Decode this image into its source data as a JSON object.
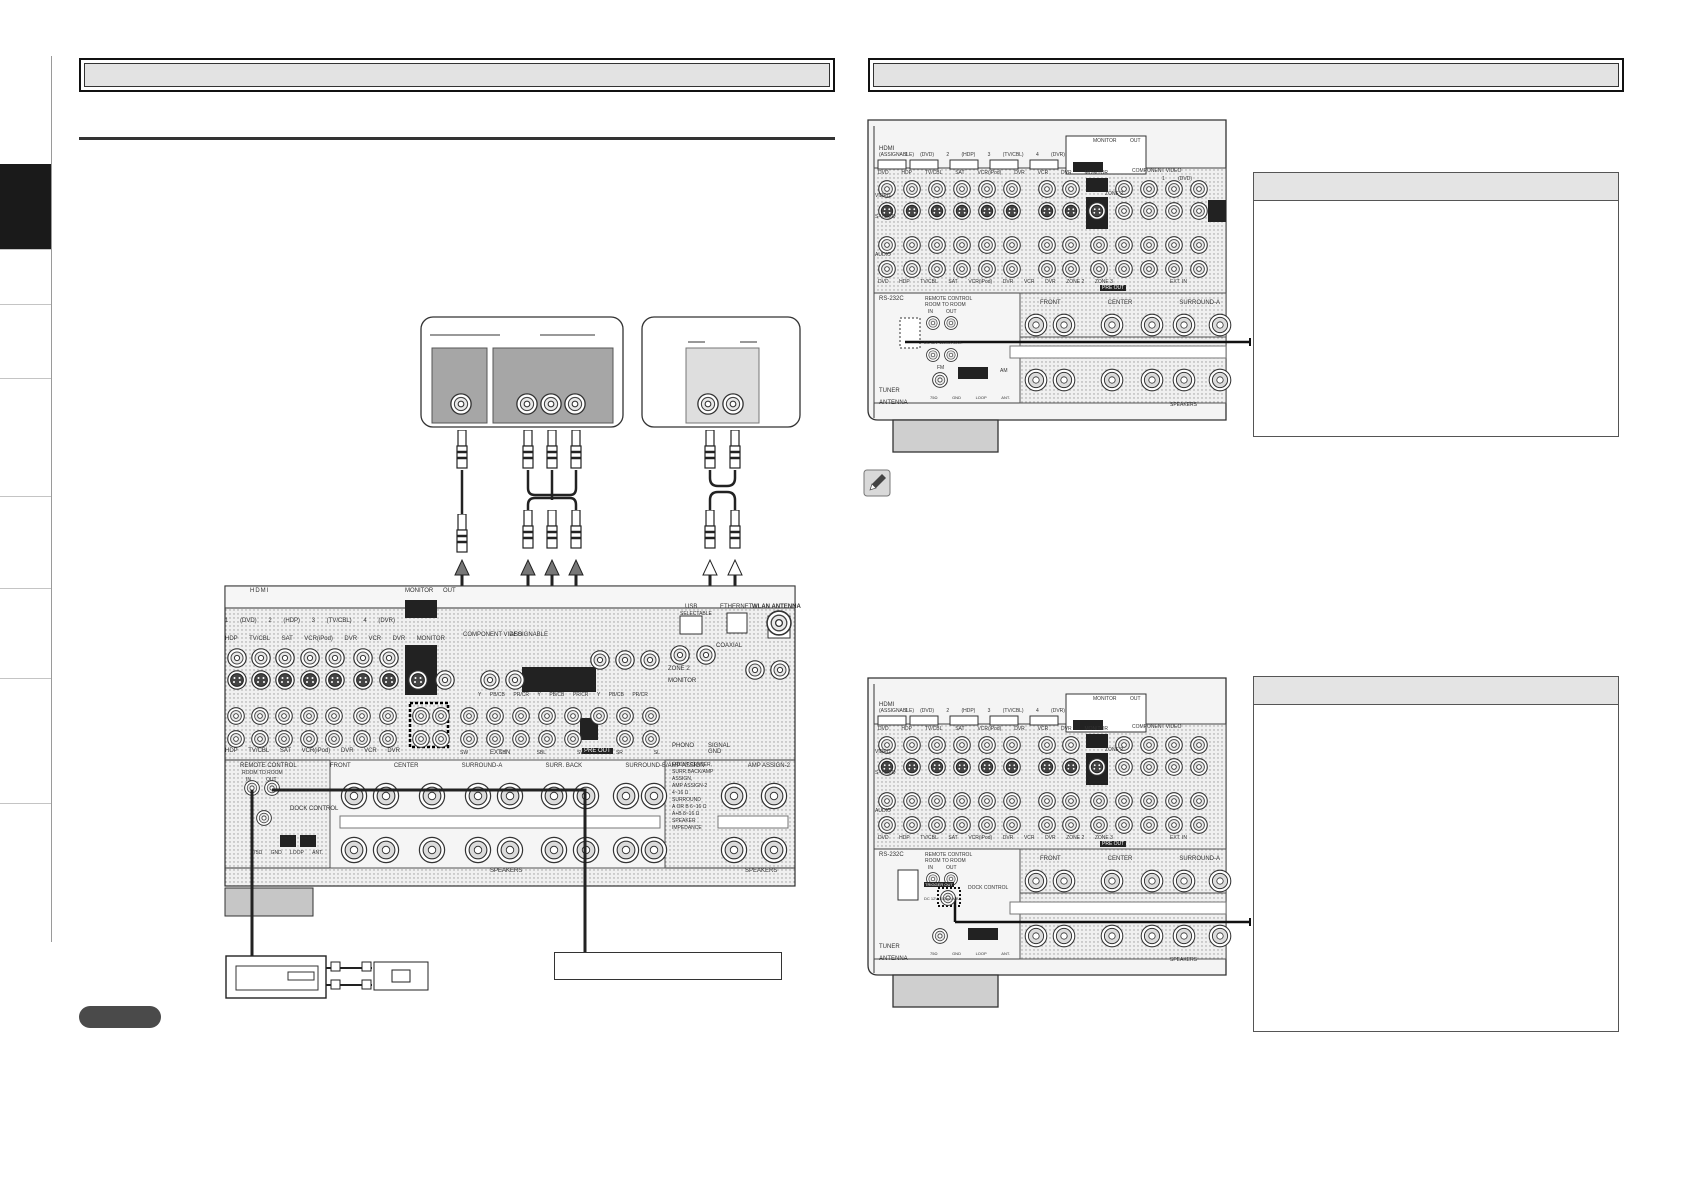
{
  "sidebar": {
    "tabs": [
      "",
      "",
      "",
      "",
      "",
      "",
      "",
      "",
      "",
      ""
    ]
  },
  "left": {
    "title": "",
    "subtitle": "",
    "panel": {
      "hdmi": "HDMI",
      "ports_top": [
        "1",
        "(DVD)",
        "2",
        "(HDP)",
        "3",
        "(TV/CBL)",
        "4",
        "(DVR)"
      ],
      "monitor": "MONITOR",
      "out": "OUT",
      "video_row": [
        "HDP",
        "TV/CBL",
        "SAT",
        "VCR(iPod)",
        "DVR",
        "VCR",
        "DVR",
        "MONITOR"
      ],
      "audio_row": [
        "HDP",
        "TV/CBL",
        "SAT",
        "VCR(iPod)",
        "DVR",
        "VCR",
        "DVR"
      ],
      "component_video": "COMPONENT VIDEO",
      "assignable": "ASSIGNABLE",
      "zone2": "ZONE 2",
      "monitor_right": "MONITOR",
      "coaxial": "COAXIAL",
      "usb": "USB",
      "selectable": "SELECTABLE",
      "ethernet": "ETHERNET",
      "wlan": "WLAN ANTENNA",
      "ext_in": "EXT. IN",
      "pre_out": "PRE OUT",
      "phono": "PHONO",
      "signal_gnd": "SIGNAL GND",
      "remote_control": "REMOTE CONTROL",
      "room_to_room": "ROOM TO ROOM",
      "in": "IN",
      "out_small": "OUT",
      "dock_control": "DOCK CONTROL",
      "speaker_labels": [
        "FRONT",
        "CENTER",
        "SURROUND-A",
        "SURR. BACK",
        "SURROUND-B/AMP ASSIGN",
        "AMP ASSIGN-2"
      ],
      "speakers": "SPEAKERS",
      "impedance": [
        "FRONT,CENTER,",
        "SURR.BACK/AMP ASSIGN,",
        "AMP ASSIGN-2",
        "4~16 Ω",
        "SURROUND",
        "A OR B  6~16 Ω",
        "A+B  8~16 Ω"
      ],
      "speaker_impedance": "SPEAKER IMPEDANCE",
      "amfm": [
        "75Ω",
        "GND",
        "LOOP",
        "ANT."
      ],
      "comp_row": [
        "Y",
        "PB/CB",
        "PR/CR",
        "Y",
        "PB/CB",
        "PR/CR",
        "Y",
        "PB/CB",
        "PR/CR"
      ],
      "out_small_labels": [
        "SW",
        "SB",
        "SBL",
        "SW",
        "SR",
        "SL"
      ]
    },
    "device1": {
      "header_left": "",
      "header_right": ""
    },
    "device2": {
      "header": ""
    },
    "caption": "",
    "note_label": ""
  },
  "right": {
    "title": "",
    "panel": {
      "hdmi": "HDMI",
      "assignable": "(ASSIGNABLE)",
      "ports_top": [
        "1",
        "(DVD)",
        "2",
        "(HDP)",
        "3",
        "(TV/CBL)",
        "4",
        "(DVR)"
      ],
      "monitor": "MONITOR",
      "out": "OUT",
      "video_row": [
        "DVD",
        "HDP",
        "TV/CBL",
        "SAT",
        "VCR(iPod)",
        "DVR",
        "VCR",
        "DVR",
        "MONITOR"
      ],
      "audio_row": [
        "DVD",
        "HDP",
        "TV/CBL",
        "SAT",
        "VCR(iPod)",
        "DVR",
        "VCR",
        "DVR",
        "ZONE 2",
        "ZONE 3"
      ],
      "component_video": "COMPONENT VIDEO",
      "ext_in": "EXT. IN",
      "pre_out": "PRE OUT",
      "zone2": "ZONE 2",
      "video": "VIDEO",
      "svideo": "S-VIDEO",
      "audio": "AUDIO",
      "rs232c": "RS-232C",
      "remote_control": "REMOTE CONTROL",
      "room_to_room": "ROOM TO ROOM",
      "in": "IN",
      "out_small": "OUT",
      "dc_trigger": "DC 12V 150mA MAX.",
      "trigger_out": "TRIGGER OUT",
      "dock_control": "DOCK CONTROL",
      "speaker_labels": [
        "FRONT",
        "CENTER",
        "SURROUND-A"
      ],
      "speakers": "SPEAKERS",
      "tuner": "TUNER",
      "antenna": "ANTENNA",
      "fm": "FM",
      "am": "AM",
      "amfm": [
        "75Ω",
        "GND",
        "LOOP",
        "ANT."
      ],
      "comp_small": [
        "1",
        "(DVD)"
      ],
      "zones": [
        "ZONE 2",
        "ZONE 3"
      ]
    },
    "box1": {
      "title": "",
      "body": ""
    },
    "box2": {
      "title": "",
      "body": ""
    }
  }
}
